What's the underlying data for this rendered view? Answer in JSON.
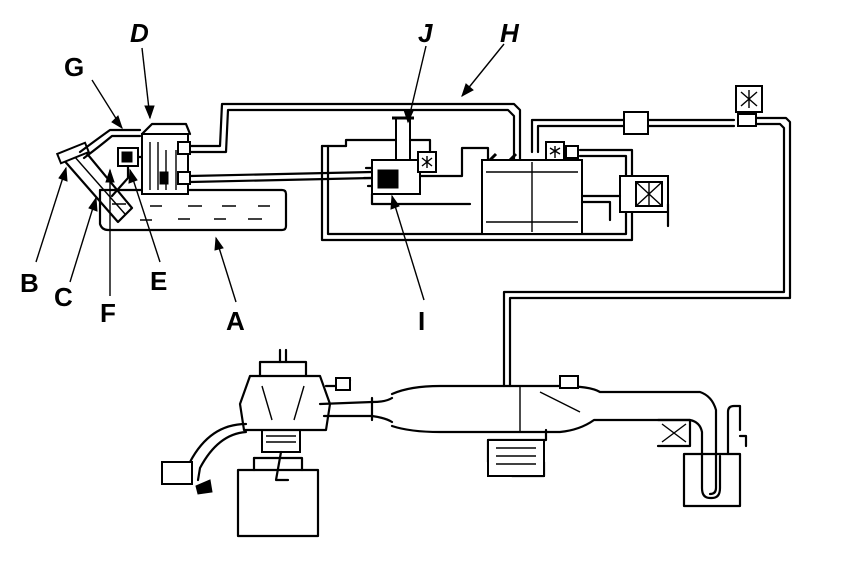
{
  "callouts": {
    "A": "A",
    "B": "B",
    "C": "C",
    "D": "D",
    "E": "E",
    "F": "F",
    "G": "G",
    "H": "H",
    "I": "I",
    "J": "J"
  },
  "colors": {
    "ink": "#000000",
    "paper": "#ffffff"
  }
}
